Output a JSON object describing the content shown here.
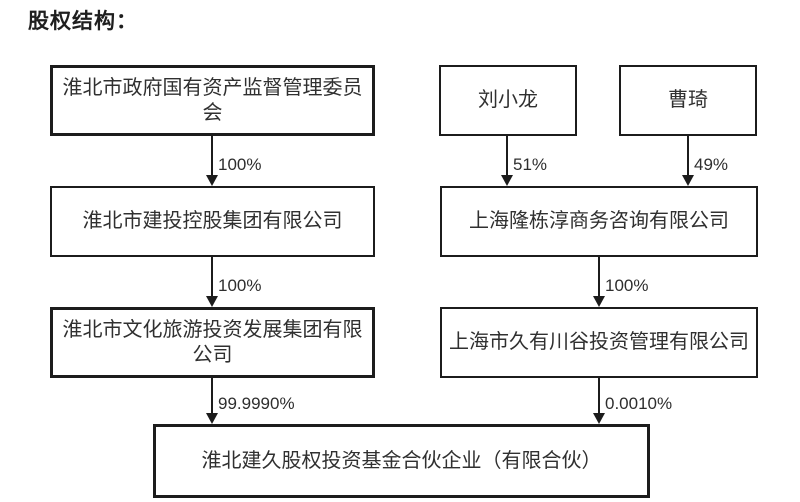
{
  "title": "股权结构：",
  "colors": {
    "line": "#1c1c1c",
    "text": "#303030",
    "background": "#ffffff"
  },
  "nodes": [
    {
      "id": "huaibei-sasac",
      "label": "淮北市政府国有资产监督管理委员会"
    },
    {
      "id": "liu-xiaolong",
      "label": "刘小龙"
    },
    {
      "id": "cao-qi",
      "label": "曹琦"
    },
    {
      "id": "huaibei-jiantou",
      "label": "淮北市建投控股集团有限公司"
    },
    {
      "id": "shanghai-longdongchun",
      "label": "上海隆栋淳商务咨询有限公司"
    },
    {
      "id": "huaibei-wenlv",
      "label": "淮北市文化旅游投资发展集团有限公司"
    },
    {
      "id": "shanghai-jiuyou",
      "label": "上海市久有川谷投资管理有限公司"
    },
    {
      "id": "huaibei-jianjiu-fund",
      "label": "淮北建久股权投资基金合伙企业（有限合伙）"
    }
  ],
  "edges": [
    {
      "from": "huaibei-sasac",
      "to": "huaibei-jiantou",
      "label": "100%"
    },
    {
      "from": "liu-xiaolong",
      "to": "shanghai-longdongchun",
      "label": "51%"
    },
    {
      "from": "cao-qi",
      "to": "shanghai-longdongchun",
      "label": "49%"
    },
    {
      "from": "huaibei-jiantou",
      "to": "huaibei-wenlv",
      "label": "100%"
    },
    {
      "from": "shanghai-longdongchun",
      "to": "shanghai-jiuyou",
      "label": "100%"
    },
    {
      "from": "huaibei-wenlv",
      "to": "huaibei-jianjiu-fund",
      "label": "99.9990%"
    },
    {
      "from": "shanghai-jiuyou",
      "to": "huaibei-jianjiu-fund",
      "label": "0.0010%"
    }
  ]
}
